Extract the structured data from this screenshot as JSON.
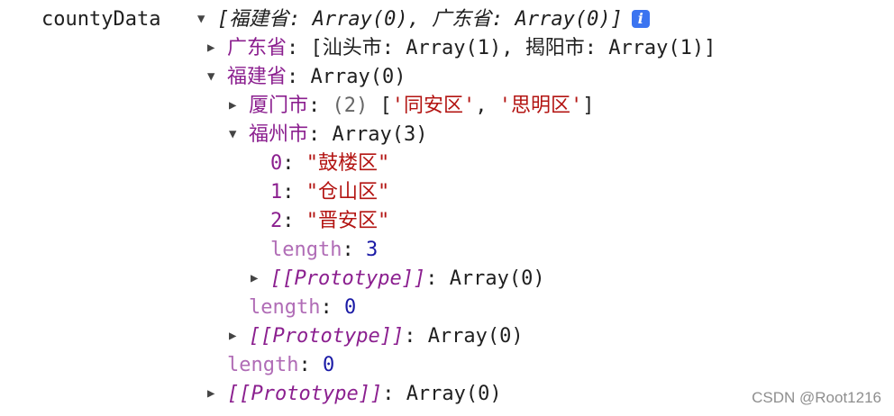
{
  "console": {
    "var_name": "countyData",
    "root_preview": "[福建省: Array(0), 广东省: Array(0)]",
    "guangdong": {
      "key": "广东省",
      "preview": "[汕头市: Array(1), 揭阳市: Array(1)]"
    },
    "fujian": {
      "key": "福建省",
      "value": "Array(0)",
      "xiamen": {
        "key": "厦门市",
        "count": "(2)",
        "preview_open": "[",
        "item1": "'同安区'",
        "sep": ", ",
        "item2": "'思明区'",
        "preview_close": "]"
      },
      "fuzhou": {
        "key": "福州市",
        "value": "Array(3)",
        "items": [
          {
            "index": "0",
            "value": "\"鼓楼区\""
          },
          {
            "index": "1",
            "value": "\"仓山区\""
          },
          {
            "index": "2",
            "value": "\"晋安区\""
          }
        ],
        "length_key": "length",
        "length_value": "3",
        "proto_key": "[[Prototype]]",
        "proto_value": "Array(0)"
      },
      "length_key": "length",
      "length_value": "0",
      "proto_key": "[[Prototype]]",
      "proto_value": "Array(0)"
    },
    "root_length_key": "length",
    "root_length_value": "0",
    "root_proto_key": "[[Prototype]]",
    "root_proto_value": "Array(0)",
    "info_icon_glyph": "i"
  },
  "watermark": "CSDN @Root1216",
  "colors": {
    "key": "#8b1f8f",
    "string": "#b31412",
    "number": "#1a1aa6",
    "info_badge": "#3b74f0"
  }
}
